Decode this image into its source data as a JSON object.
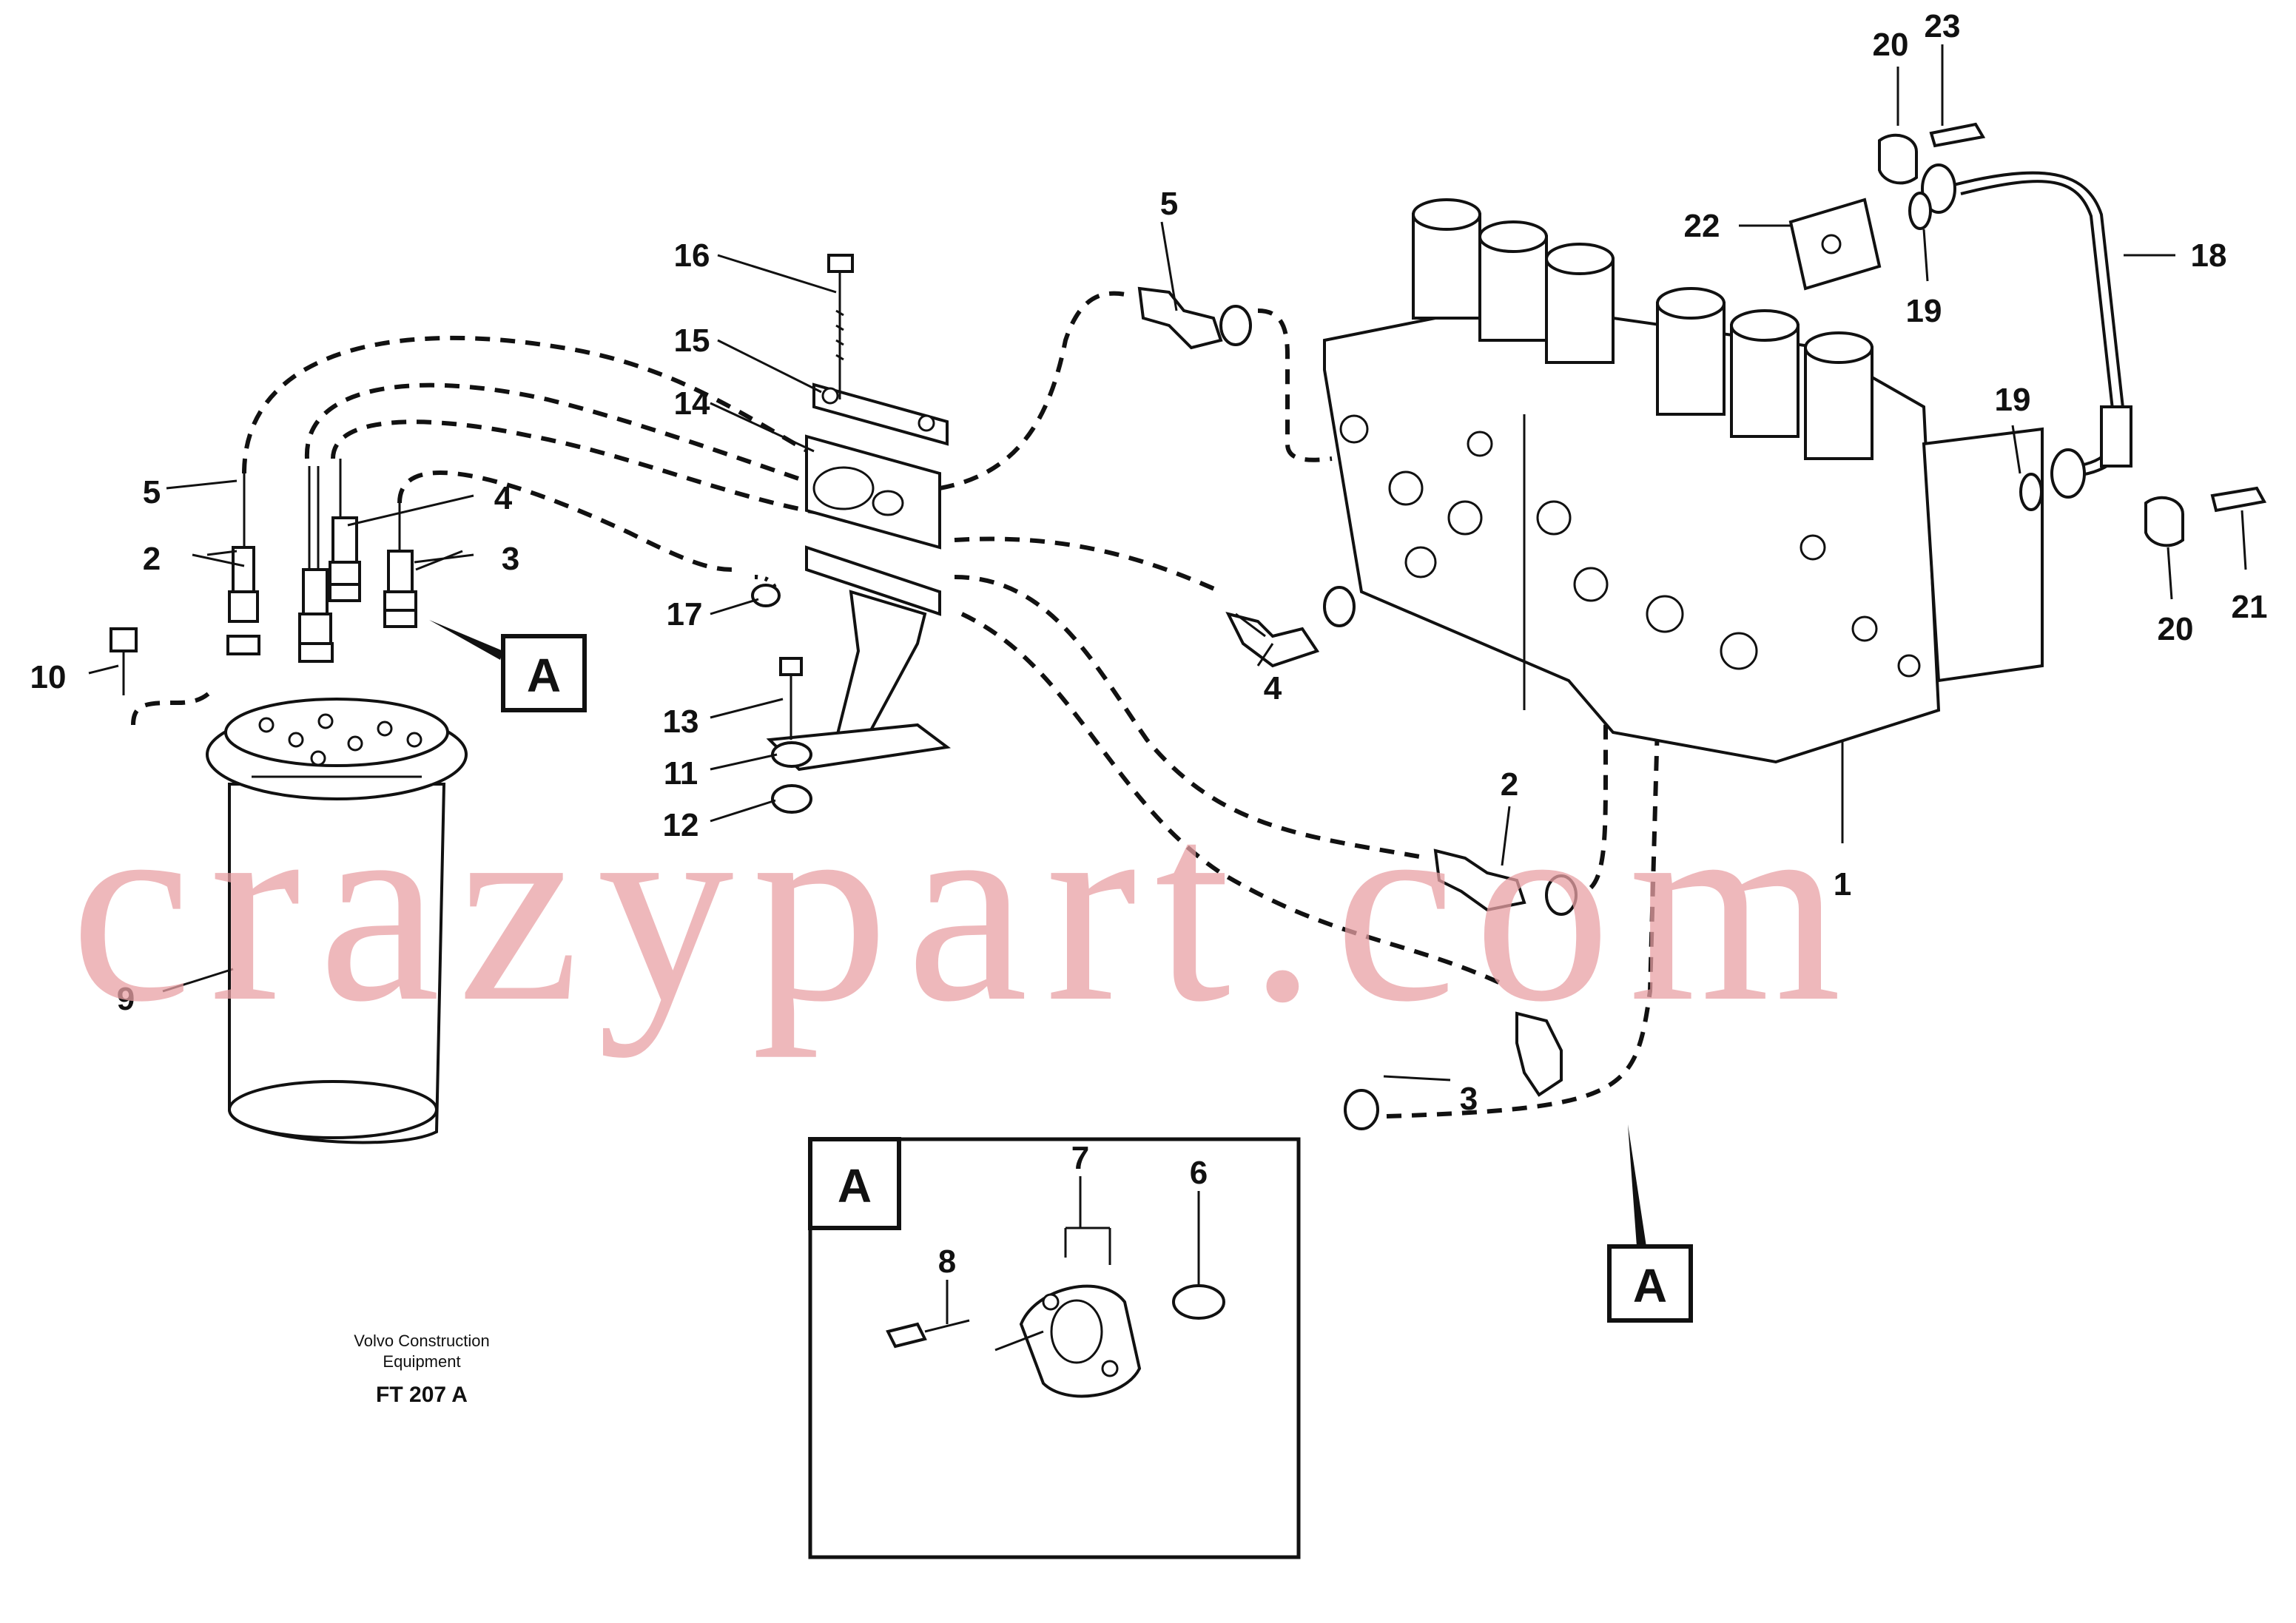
{
  "watermark": "crazypart.com",
  "caption": {
    "line1": "Volvo Construction",
    "line2": "Equipment",
    "code": "FT 207 A"
  },
  "detail_tag": "A",
  "callouts": {
    "c1": "1",
    "c2a": "2",
    "c2b": "2",
    "c3": "3",
    "c3b": "3",
    "c4a": "4",
    "c4b": "4",
    "c5a": "5",
    "c5b": "5",
    "c6": "6",
    "c7": "7",
    "c8": "8",
    "c9": "9",
    "c10": "10",
    "c11": "11",
    "c12": "12",
    "c13": "13",
    "c14": "14",
    "c15": "15",
    "c16": "16",
    "c17": "17",
    "c18": "18",
    "c19a": "19",
    "c19b": "19",
    "c20a": "20",
    "c20b": "20",
    "c21": "21",
    "c22": "22",
    "c23": "23"
  }
}
